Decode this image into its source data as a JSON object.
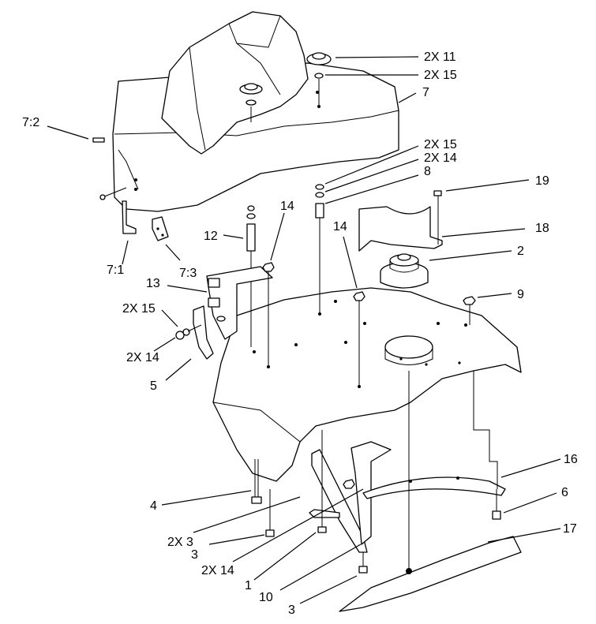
{
  "callouts": [
    {
      "id": "c-2x11a",
      "text": "2X 11"
    },
    {
      "id": "c-2x15a",
      "text": "2X 15"
    },
    {
      "id": "c-7",
      "text": "7"
    },
    {
      "id": "c-72",
      "text": "7:2"
    },
    {
      "id": "c-2x15b",
      "text": "2X 15"
    },
    {
      "id": "c-2x14a",
      "text": "2X 14"
    },
    {
      "id": "c-8",
      "text": "8"
    },
    {
      "id": "c-19",
      "text": "19"
    },
    {
      "id": "c-14a",
      "text": "14"
    },
    {
      "id": "c-12",
      "text": "12"
    },
    {
      "id": "c-14b",
      "text": "14"
    },
    {
      "id": "c-18",
      "text": "18"
    },
    {
      "id": "c-2",
      "text": "2"
    },
    {
      "id": "c-73",
      "text": "7:3"
    },
    {
      "id": "c-71",
      "text": "7:1"
    },
    {
      "id": "c-13",
      "text": "13"
    },
    {
      "id": "c-9",
      "text": "9"
    },
    {
      "id": "c-2x15c",
      "text": "2X 15"
    },
    {
      "id": "c-2x14b",
      "text": "2X 14"
    },
    {
      "id": "c-5",
      "text": "5"
    },
    {
      "id": "c-16",
      "text": "16"
    },
    {
      "id": "c-4",
      "text": "4"
    },
    {
      "id": "c-6",
      "text": "6"
    },
    {
      "id": "c-2x3",
      "text": "2X 3"
    },
    {
      "id": "c-3a",
      "text": "3"
    },
    {
      "id": "c-17",
      "text": "17"
    },
    {
      "id": "c-2x14c",
      "text": "2X 14"
    },
    {
      "id": "c-1",
      "text": "1"
    },
    {
      "id": "c-10",
      "text": "10"
    },
    {
      "id": "c-3b",
      "text": "3"
    }
  ]
}
